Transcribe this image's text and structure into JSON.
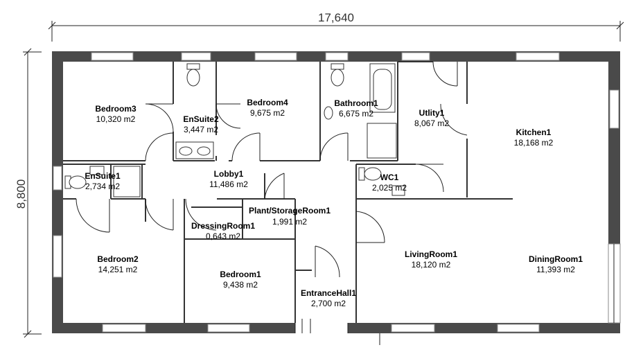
{
  "plan": {
    "width_dim": "17,640",
    "height_dim": "8,800",
    "colors": {
      "wall": "#4a4a4a",
      "line": "#222222",
      "background": "#ffffff"
    },
    "rooms": [
      {
        "id": "bedroom3",
        "name": "Bedroom3",
        "area": "10,320 m2"
      },
      {
        "id": "ensuite2",
        "name": "EnSuite2",
        "area": "3,447 m2"
      },
      {
        "id": "bedroom4",
        "name": "Bedroom4",
        "area": "9,675 m2"
      },
      {
        "id": "bathroom1",
        "name": "Bathroom1",
        "area": "6,675 m2"
      },
      {
        "id": "utility1",
        "name": "Utlity1",
        "area": "8,067 m2"
      },
      {
        "id": "kitchen1",
        "name": "Kitchen1",
        "area": "18,168 m2"
      },
      {
        "id": "ensuite1",
        "name": "EnSuite1",
        "area": "2,734 m2"
      },
      {
        "id": "lobby1",
        "name": "Lobby1",
        "area": "11,486 m2"
      },
      {
        "id": "wc1",
        "name": "WC1",
        "area": "2,025 m2"
      },
      {
        "id": "plant1",
        "name": "Plant/StorageRoom1",
        "area": "1,991 m2"
      },
      {
        "id": "dressing1",
        "name": "DressingRoom1",
        "area": "0,643 m2"
      },
      {
        "id": "bedroom2",
        "name": "Bedroom2",
        "area": "14,251 m2"
      },
      {
        "id": "living1",
        "name": "LivingRoom1",
        "area": "18,120 m2"
      },
      {
        "id": "dining1",
        "name": "DiningRoom1",
        "area": "11,393 m2"
      },
      {
        "id": "bedroom1",
        "name": "Bedroom1",
        "area": "9,438 m2"
      },
      {
        "id": "entrance1",
        "name": "EntranceHall1",
        "area": "2,700 m2"
      }
    ]
  }
}
